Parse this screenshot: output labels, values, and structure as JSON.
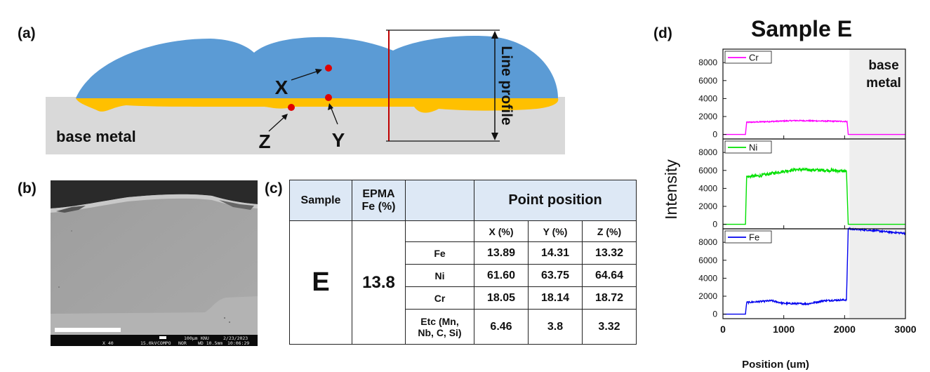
{
  "panel_a": {
    "label": "(a)",
    "point_x": "X",
    "point_y": "Y",
    "point_z": "Z",
    "base_metal": "base metal",
    "line_profile": "Line profile",
    "colors": {
      "cladding": "#5b9bd5",
      "interface": "#ffc000",
      "base": "#d9d9d9",
      "points": "#e00000",
      "line": "#c00000"
    }
  },
  "panel_b": {
    "label": "(b)",
    "sem_info": {
      "scale": "100μm",
      "org": "KNU",
      "date": "2/23/2023",
      "magnification": "X 40",
      "voltage": "15.0kV",
      "mode": "COMPO",
      "nor": "NOR",
      "wd": "WD 10.5mm",
      "time": "10:06:29"
    }
  },
  "panel_c": {
    "label": "(c)",
    "headers": {
      "sample": "Sample",
      "epma_line1": "EPMA",
      "epma_line2": "Fe (%)",
      "point_position": "Point position"
    },
    "subheaders": [
      "X (%)",
      "Y (%)",
      "Z (%)"
    ],
    "sample": "E",
    "epma_fe": "13.8",
    "rows": [
      {
        "element": "Fe",
        "values": [
          "13.89",
          "14.31",
          "13.32"
        ]
      },
      {
        "element": "Ni",
        "values": [
          "61.60",
          "63.75",
          "64.64"
        ]
      },
      {
        "element": "Cr",
        "values": [
          "18.05",
          "18.14",
          "18.72"
        ]
      },
      {
        "element_line1": "Etc (Mn,",
        "element_line2": "Nb, C, Si)",
        "values": [
          "6.46",
          "3.8",
          "3.32"
        ]
      }
    ]
  },
  "panel_d": {
    "label": "(d)",
    "title": "Sample E",
    "base_line1": "base",
    "base_line2": "metal"
  },
  "chart_data": {
    "type": "line",
    "title": "Sample E",
    "xlabel": "Position (um)",
    "ylabel": "Intensity",
    "xlim": [
      0,
      3000
    ],
    "x_ticks": [
      0,
      1000,
      2000,
      3000
    ],
    "base_metal_region": [
      2080,
      3000
    ],
    "panels": [
      {
        "name": "Cr",
        "color": "#ff00ff",
        "ylim": [
          -500,
          9500
        ],
        "y_ticks": [
          0,
          2000,
          4000,
          6000,
          8000
        ],
        "points": [
          [
            0,
            0
          ],
          [
            370,
            0
          ],
          [
            390,
            1350
          ],
          [
            800,
            1450
          ],
          [
            1200,
            1550
          ],
          [
            1600,
            1500
          ],
          [
            2040,
            1450
          ],
          [
            2060,
            0
          ],
          [
            3000,
            0
          ]
        ],
        "noise": 60
      },
      {
        "name": "Ni",
        "color": "#00e000",
        "ylim": [
          -500,
          9500
        ],
        "y_ticks": [
          0,
          2000,
          4000,
          6000,
          8000
        ],
        "points": [
          [
            0,
            0
          ],
          [
            370,
            0
          ],
          [
            390,
            5300
          ],
          [
            600,
            5400
          ],
          [
            900,
            5800
          ],
          [
            1200,
            6100
          ],
          [
            1500,
            6050
          ],
          [
            1800,
            6000
          ],
          [
            2030,
            5900
          ],
          [
            2060,
            0
          ],
          [
            3000,
            0
          ]
        ],
        "noise": 170
      },
      {
        "name": "Fe",
        "color": "#0000ee",
        "ylim": [
          -500,
          9500
        ],
        "y_ticks": [
          0,
          2000,
          4000,
          6000,
          8000
        ],
        "points": [
          [
            0,
            0
          ],
          [
            370,
            0
          ],
          [
            390,
            1300
          ],
          [
            800,
            1500
          ],
          [
            1000,
            1200
          ],
          [
            1400,
            1150
          ],
          [
            1650,
            1500
          ],
          [
            2030,
            1600
          ],
          [
            2060,
            9500
          ],
          [
            2500,
            9300
          ],
          [
            2800,
            9100
          ],
          [
            3000,
            9000
          ]
        ],
        "noise": 90
      }
    ]
  }
}
